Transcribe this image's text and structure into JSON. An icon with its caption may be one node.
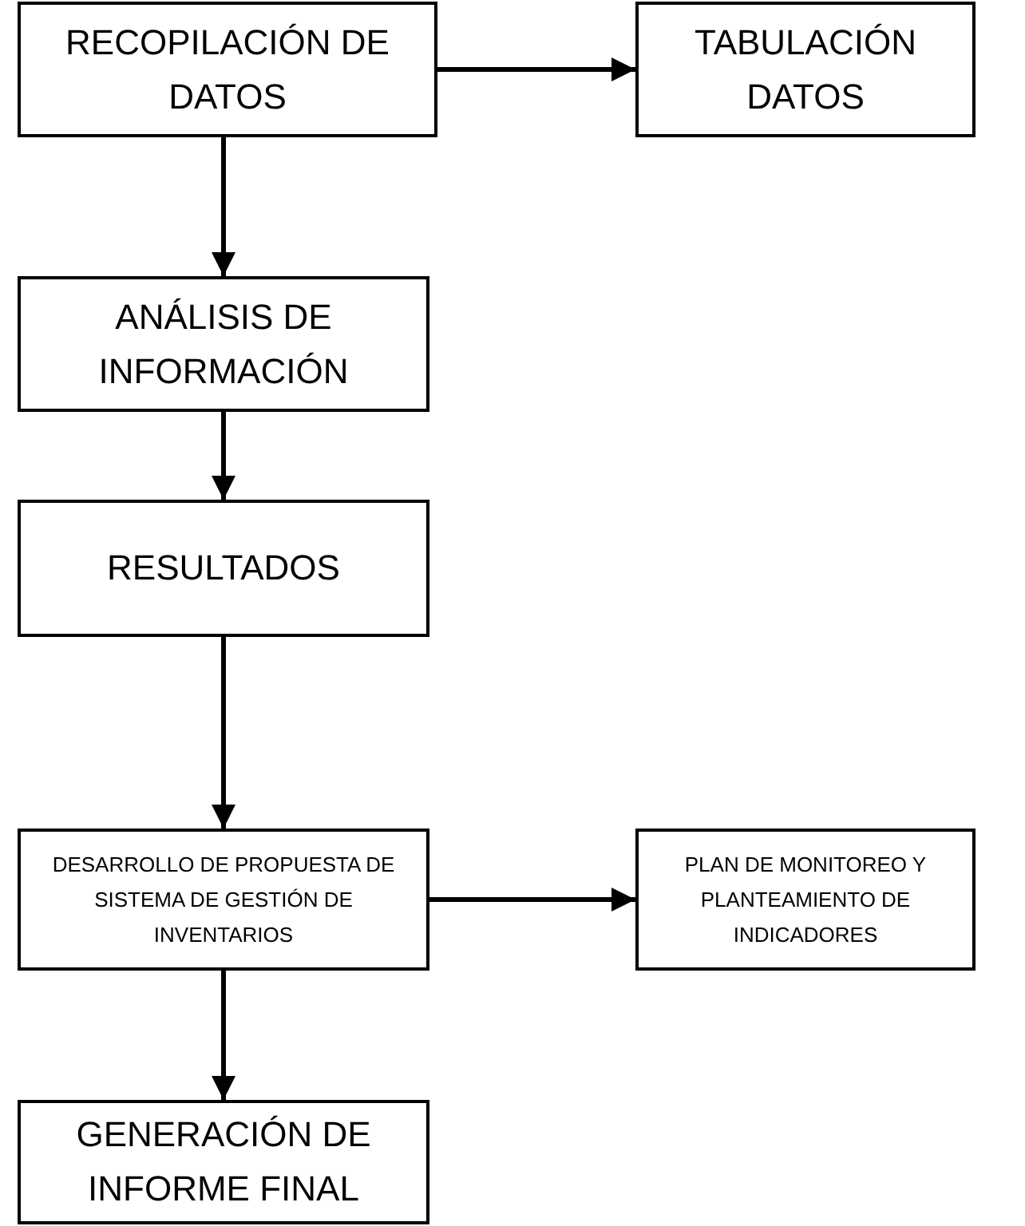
{
  "diagram": {
    "nodes": [
      {
        "text": [
          "RECOPILACIÓN DE DATOS"
        ]
      },
      {
        "text": [
          "TABULACIÓN DATOS"
        ]
      },
      {
        "text": [
          "ANÁLISIS DE INFORMACIÓN"
        ]
      },
      {
        "text": [
          "RESULTADOS"
        ]
      },
      {
        "text": [
          "DESARROLLO DE PROPUESTA DE SISTEMA DE GESTIÓN DE INVENTARIOS"
        ]
      },
      {
        "text": [
          "PLAN DE MONITOREO Y PLANTEAMIENTO DE INDICADORES"
        ]
      },
      {
        "text": [
          "GENERACIÓN DE INFORME FINAL"
        ]
      }
    ],
    "edges": [
      {
        "from": 0,
        "to": 1,
        "arrow": "to"
      },
      {
        "from": 0,
        "to": 2,
        "arrow": "to"
      },
      {
        "from": 2,
        "to": 3,
        "arrow": "to"
      },
      {
        "from": 3,
        "to": 4,
        "arrow": "to"
      },
      {
        "from": 4,
        "to": 5,
        "arrow": "to"
      },
      {
        "from": 4,
        "to": 6,
        "arrow": "to"
      }
    ]
  }
}
